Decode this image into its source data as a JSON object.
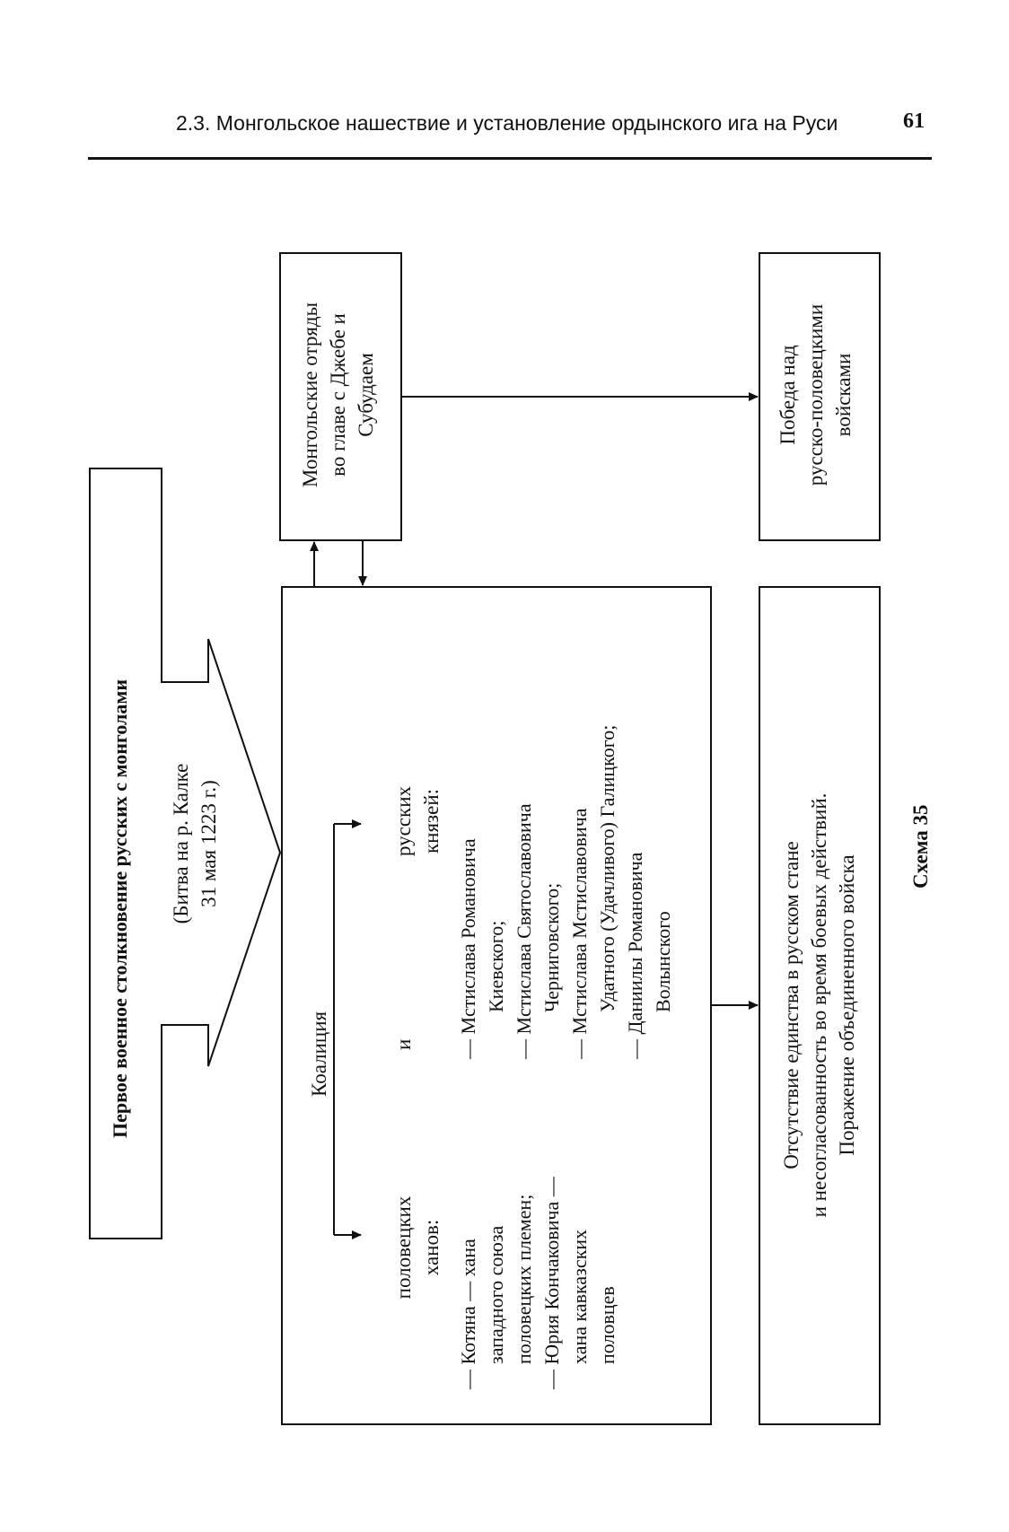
{
  "header": {
    "running_title": "2.3. Монгольское нашествие и установление ордынского ига на Руси",
    "page_number": "61"
  },
  "scheme": {
    "main_arrow_label": "Первое военное столкновение русских с монголами",
    "battle_line1": "(Битва на р. Калке",
    "battle_line2": "31 мая 1223 г.)",
    "mongols_box": [
      "Монгольские отряды",
      "во главе с Джебе и",
      "Субудаем"
    ],
    "victory_box": [
      "Победа над",
      "русско-половецкими",
      "войсками"
    ],
    "coalition": {
      "title": "Коалиция",
      "conjunction": "и",
      "polovtsy_header": [
        "половецких",
        "ханов:"
      ],
      "russian_header": [
        "русских",
        "князей:"
      ],
      "polovtsy_list": [
        "— Котяна — хана",
        "западного союза",
        "половецких племен;",
        "— Юрия Кончаковича —",
        "хана кавказских",
        "половцев"
      ],
      "russian_list": [
        "— Мстислава Романовича",
        "Киевского;",
        "— Мстислава Святославовича",
        "Черниговского;",
        "— Мстислава Мстиславовича",
        "Удатного (Удачливого) Галицкого;",
        "— Даниилы Романовича",
        "Волынского"
      ]
    },
    "result_box": [
      "Отсутствие единства в русском стане",
      "и несогласованность во время боевых действий.",
      "Поражение объединенного войска"
    ],
    "caption": "Схема 35"
  }
}
